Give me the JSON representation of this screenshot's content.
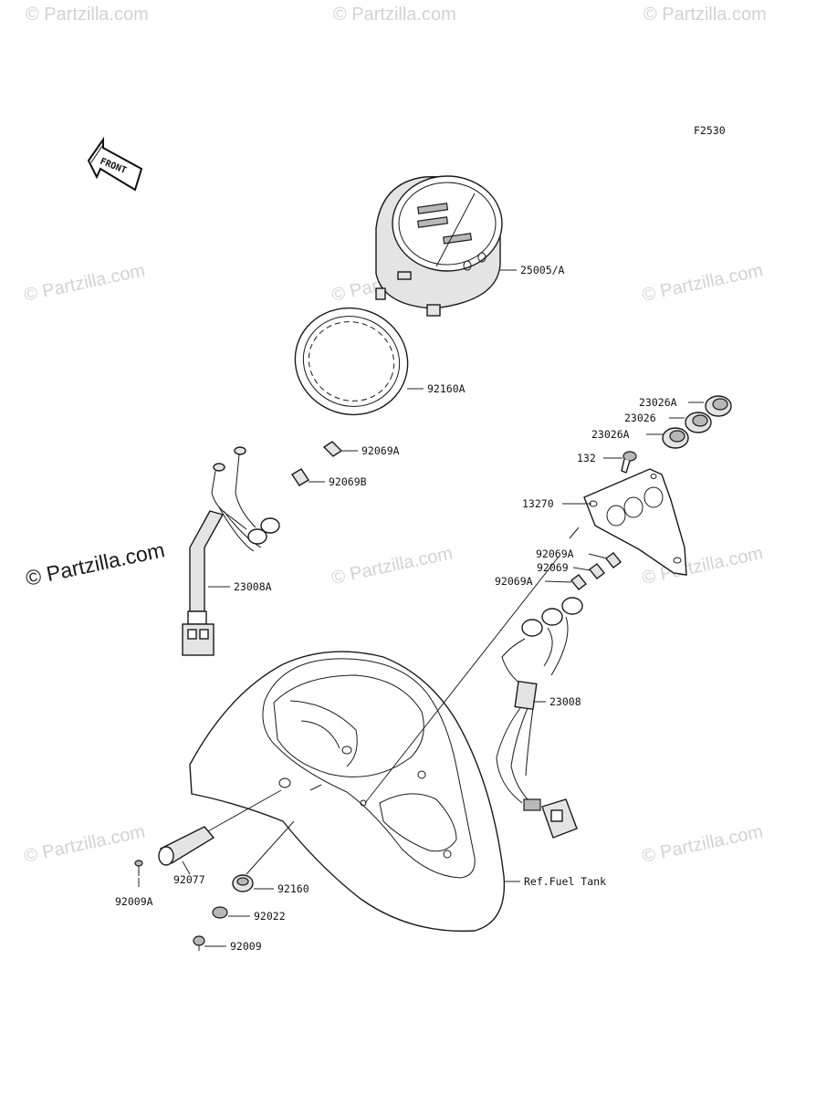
{
  "figure_code": "F2530",
  "front_label": "FRONT",
  "watermark": "© Partzilla.com",
  "parts": [
    {
      "id": "25005-A",
      "label": "25005/A"
    },
    {
      "id": "92160A",
      "label": "92160A"
    },
    {
      "id": "92069A-left",
      "label": "92069A"
    },
    {
      "id": "92069B",
      "label": "92069B"
    },
    {
      "id": "23008A",
      "label": "23008A"
    },
    {
      "id": "23026A-top",
      "label": "23026A"
    },
    {
      "id": "23026",
      "label": "23026"
    },
    {
      "id": "23026A-bottom",
      "label": "23026A"
    },
    {
      "id": "132",
      "label": "132"
    },
    {
      "id": "13270",
      "label": "13270"
    },
    {
      "id": "92069A-right-top",
      "label": "92069A"
    },
    {
      "id": "92069",
      "label": "92069"
    },
    {
      "id": "92069A-right-bottom",
      "label": "92069A"
    },
    {
      "id": "23008",
      "label": "23008"
    },
    {
      "id": "ref-fuel-tank",
      "label": "Ref.Fuel Tank"
    },
    {
      "id": "92077",
      "label": "92077"
    },
    {
      "id": "92009A",
      "label": "92009A"
    },
    {
      "id": "92160",
      "label": "92160"
    },
    {
      "id": "92022",
      "label": "92022"
    },
    {
      "id": "92009",
      "label": "92009"
    }
  ]
}
